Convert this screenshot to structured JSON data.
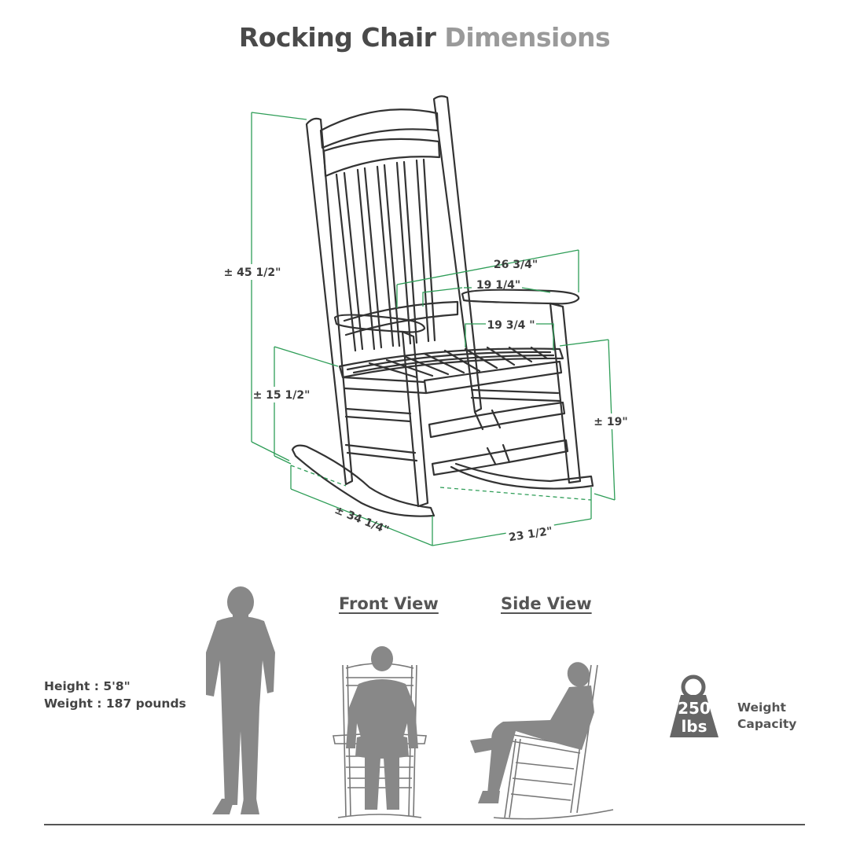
{
  "title": {
    "part1": "Rocking Chair",
    "part2": "Dimensions"
  },
  "dimensions": {
    "total_height": "± 45 1/2\"",
    "overall_width": "26 3/4\"",
    "inner_width": "19 1/4\"",
    "seat_width": "19 3/4 \"",
    "seat_height": "± 15 1/2\"",
    "arm_height": "± 19\"",
    "depth": "± 34 1/4\"",
    "base_width": "23 1/2\""
  },
  "views": {
    "front": "Front View",
    "side": "Side View"
  },
  "person": {
    "height": "Height : 5'8\"",
    "weight": "Weight : 187 pounds"
  },
  "weight_capacity": {
    "value": "250",
    "unit": "lbs",
    "label_line1": "Weight",
    "label_line2": "Capacity"
  },
  "colors": {
    "dimension_line": "#2e9d57",
    "silhouette": "#888888",
    "outline": "#333333"
  }
}
